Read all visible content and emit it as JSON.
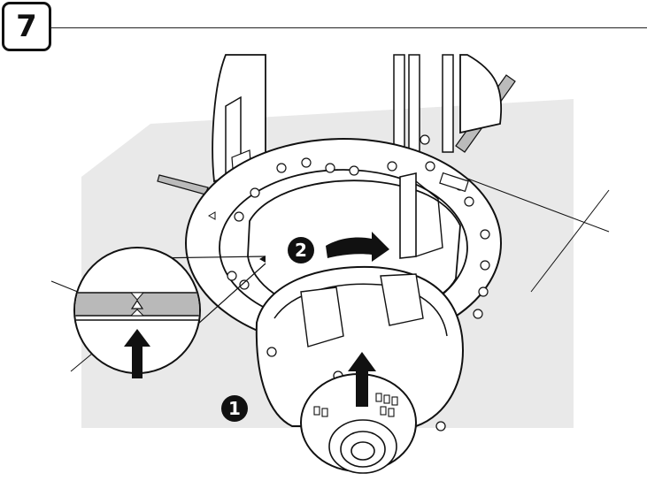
{
  "step": {
    "number": "7"
  },
  "callouts": [
    {
      "label": "1"
    },
    {
      "label": "2"
    }
  ],
  "colors": {
    "line": "#111111",
    "background_panel": "#e9e9e9",
    "band": "#b9b9b9",
    "white": "#ffffff"
  },
  "icons": [
    "rotate-arrow-icon",
    "push-up-arrow-icon",
    "alignment-mark-icon"
  ]
}
